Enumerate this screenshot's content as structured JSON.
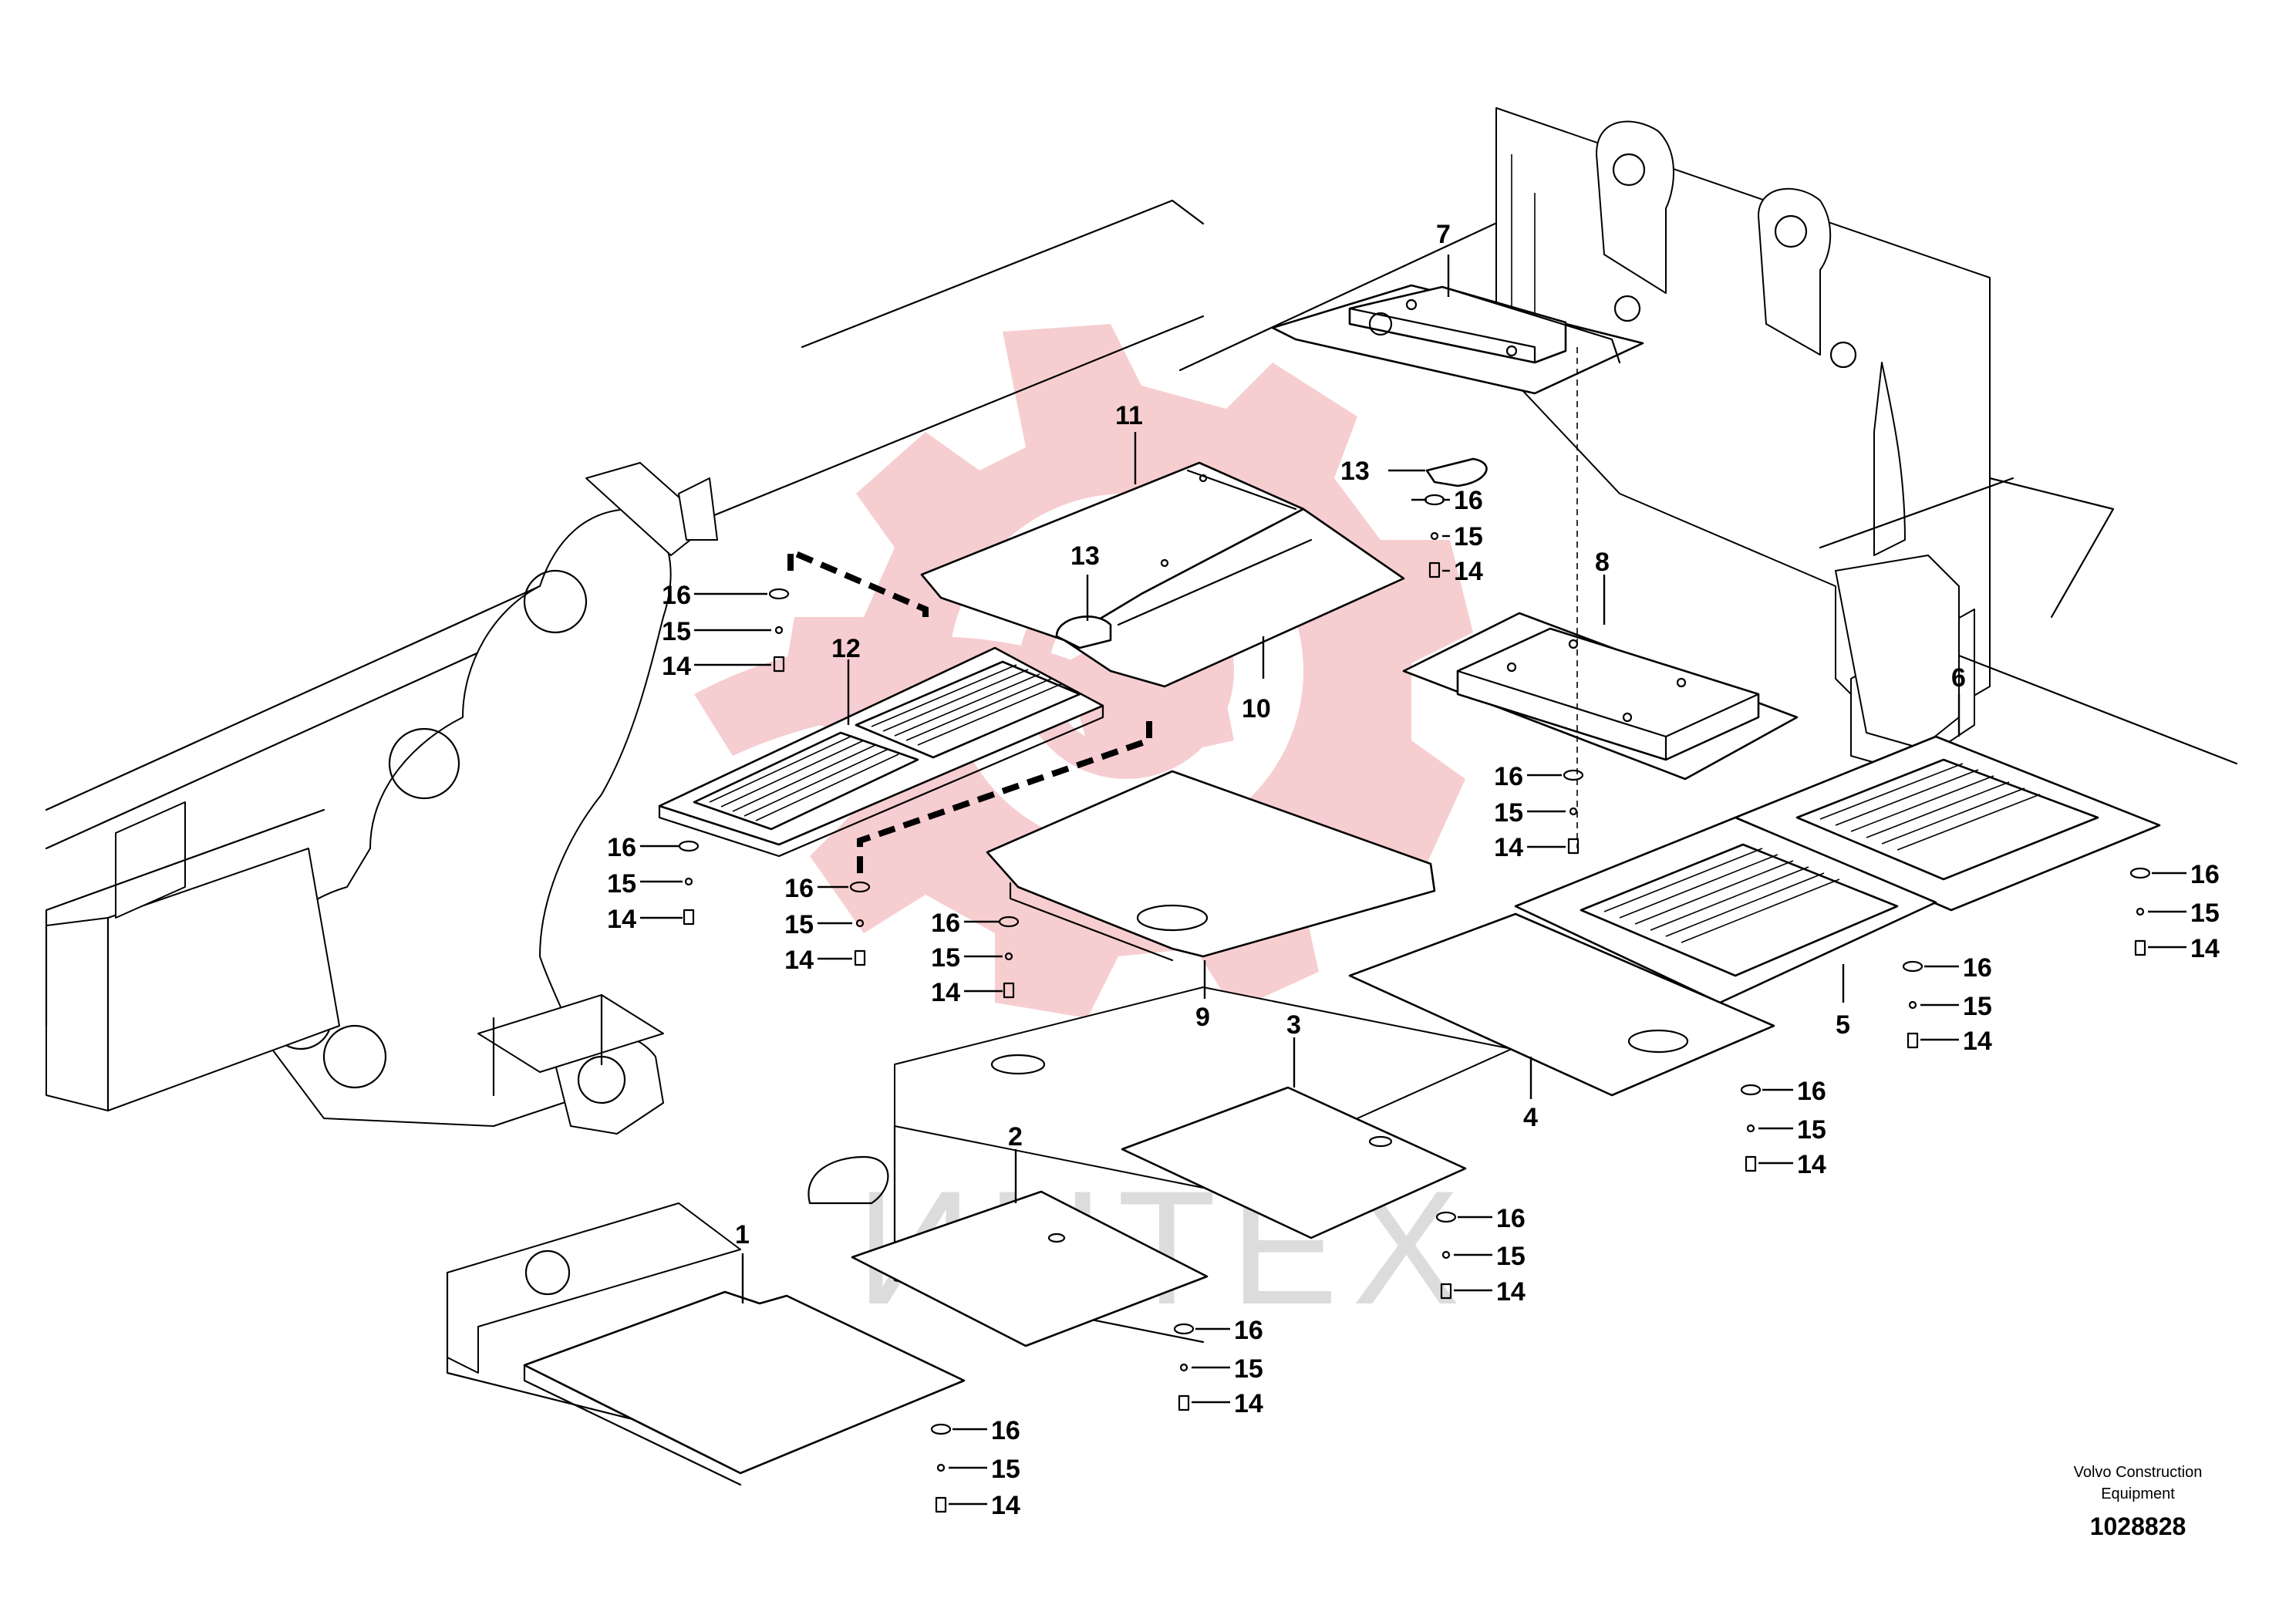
{
  "diagram": {
    "callouts": {
      "p1": "1",
      "p2": "2",
      "p3": "3",
      "p4": "4",
      "p5": "5",
      "p6": "6",
      "p7": "7",
      "p8": "8",
      "p9": "9",
      "p10": "10",
      "p11": "11",
      "p12": "12",
      "p13a": "13",
      "p13b": "13",
      "bolt_washer": "16",
      "bolt_spacer": "15",
      "bolt_screw": "14"
    },
    "caption": {
      "manufacturer_line1": "Volvo Construction",
      "manufacturer_line2": "Equipment",
      "drawing_number": "1028828"
    },
    "watermark": {
      "text": "ИНТЕХ",
      "color": "#e8848a"
    },
    "colors": {
      "line": "#000000",
      "background": "#ffffff",
      "watermark_text": "#d9d9d9"
    }
  }
}
